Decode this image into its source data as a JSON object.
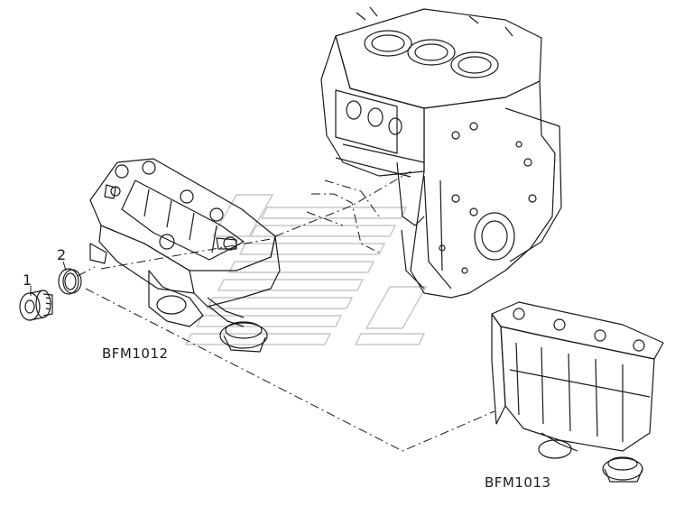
{
  "callouts": [
    {
      "number": "1",
      "part": "drain-plug"
    },
    {
      "number": "2",
      "part": "sealing-washer"
    }
  ],
  "model_labels": {
    "bfm1012": "BFM1012",
    "bfm1013": "BFM1013"
  },
  "colors": {
    "line": "#1a1a1a",
    "watermark": "#c8c8c8",
    "background": "#ffffff"
  }
}
